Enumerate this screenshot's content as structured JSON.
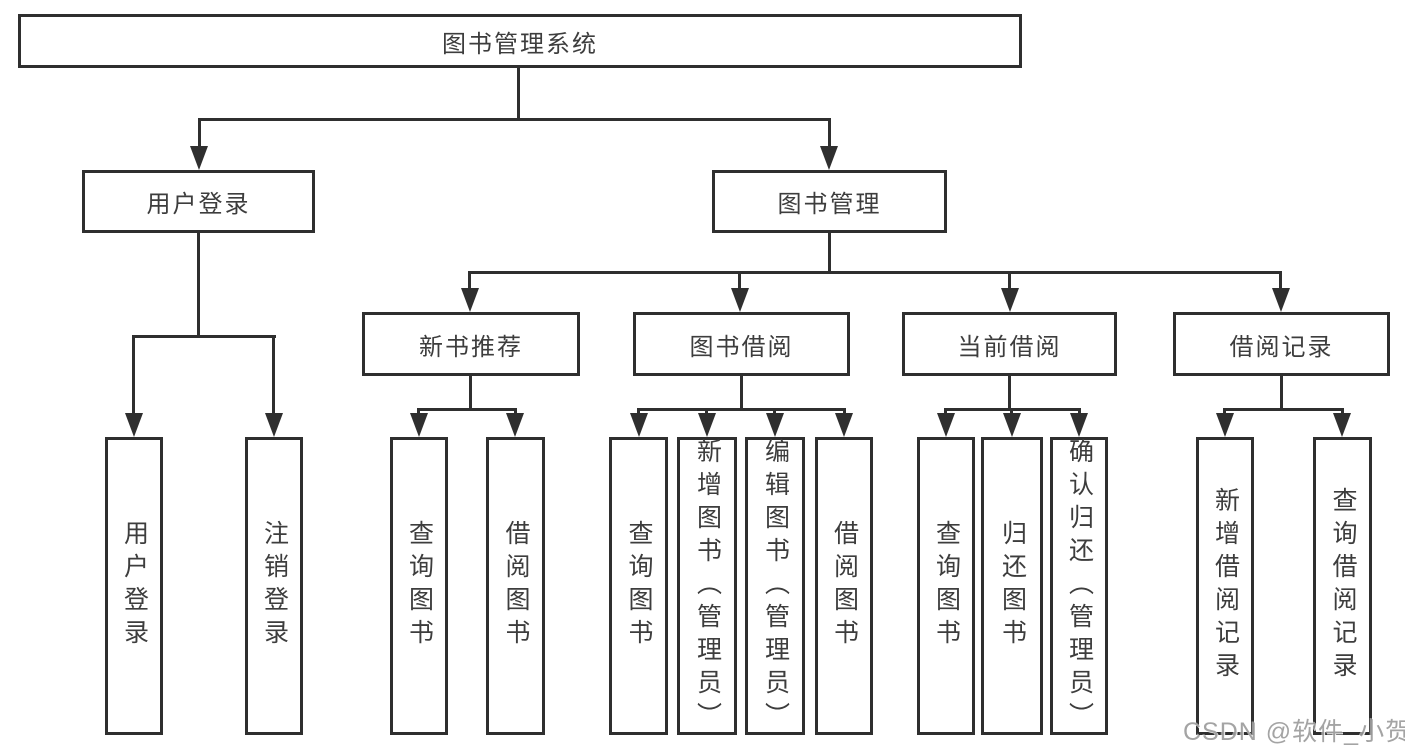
{
  "diagram": {
    "type": "tree",
    "root": {
      "label": "图书管理系统",
      "children": [
        {
          "label": "用户登录",
          "children": [
            {
              "label": "用户登录"
            },
            {
              "label": "注销登录"
            }
          ]
        },
        {
          "label": "图书管理",
          "children": [
            {
              "label": "新书推荐",
              "children": [
                {
                  "label": "查询图书"
                },
                {
                  "label": "借阅图书"
                }
              ]
            },
            {
              "label": "图书借阅",
              "children": [
                {
                  "label": "查询图书"
                },
                {
                  "label": "新增图书（管理员）"
                },
                {
                  "label": "编辑图书（管理员）"
                },
                {
                  "label": "借阅图书"
                }
              ]
            },
            {
              "label": "当前借阅",
              "children": [
                {
                  "label": "查询图书"
                },
                {
                  "label": "归还图书"
                },
                {
                  "label": "确认归还（管理员）"
                }
              ]
            },
            {
              "label": "借阅记录",
              "children": [
                {
                  "label": "新增借阅记录"
                },
                {
                  "label": "查询借阅记录"
                }
              ]
            }
          ]
        }
      ]
    },
    "colors": {
      "stroke": "#2f2f2f",
      "text": "#3d3d3d",
      "background": "#ffffff",
      "watermark": "#949494"
    }
  },
  "watermark": {
    "text": "CSDN @软件_小贺同学"
  }
}
